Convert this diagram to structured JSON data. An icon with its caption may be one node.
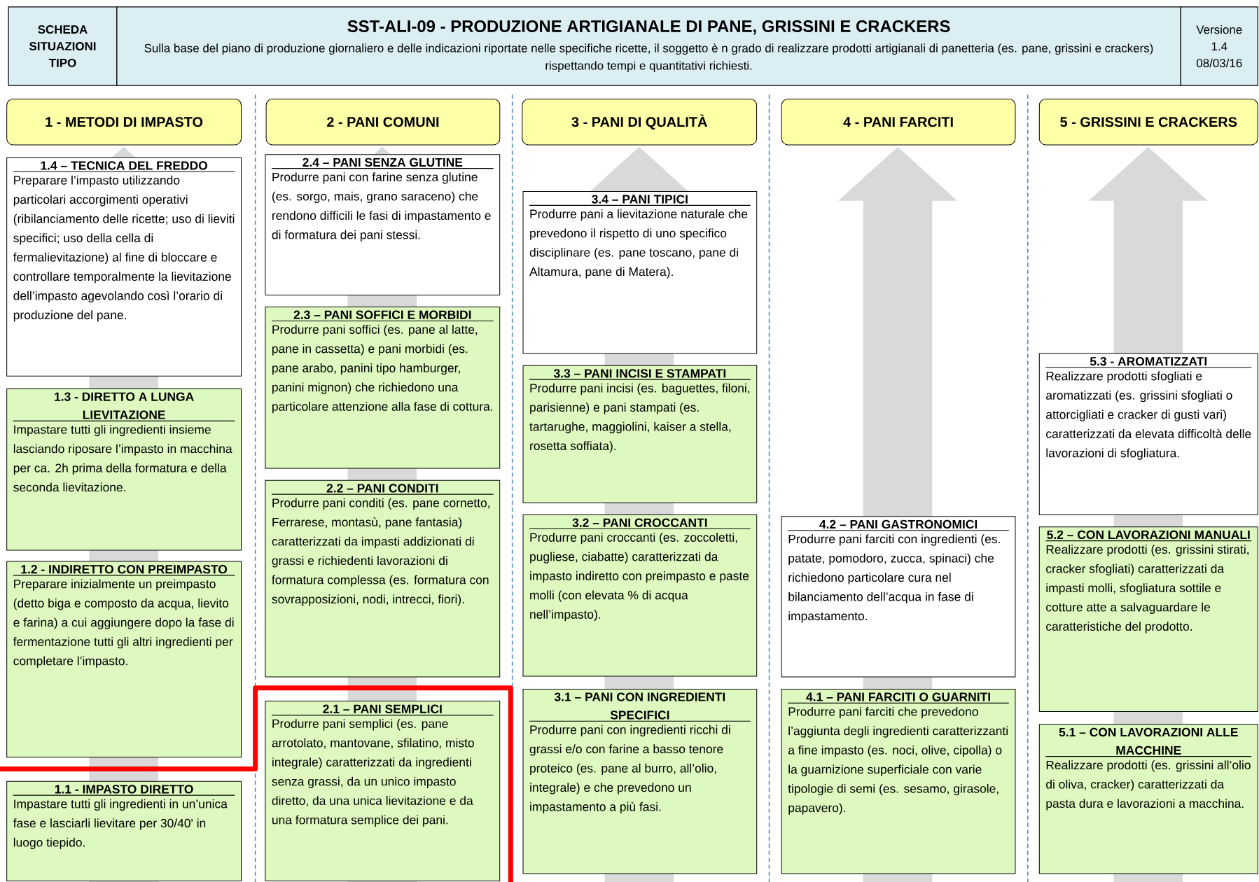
{
  "diagram": {
    "nodes": [
      {
        "text": [
          "SCHEDA SITUAZIONI TIPO"
        ]
      },
      {
        "text": [
          "SST-ALI-09 - PRODUZIONE ARTIGIANALE DI PANE, GRISSINI E CRACKERS",
          "Sulla base del piano di produzione giornaliero e delle indicazioni riportate nelle specifiche ricette, il soggetto è n grado di realizzare prodotti artigianali di panetteria (es. pane, grissini e crackers) rispettando tempi e quantitativi richiesti."
        ]
      },
      {
        "text": [
          "Versione 1.4 08/03/16"
        ]
      },
      {
        "text": [
          "1 - METODI DI IMPASTO"
        ]
      },
      {
        "text": [
          "2 - PANI COMUNI"
        ]
      },
      {
        "text": [
          "3 - PANI DI QUALITÀ"
        ]
      },
      {
        "text": [
          "4 - PANI FARCITI"
        ]
      },
      {
        "text": [
          "5 - GRISSINI E CRACKERS"
        ]
      },
      {
        "text": [
          "1.4 – TECNICA DEL FREDDO",
          "Preparare l’impasto utilizzando particolari accorgimenti operativi (ribilanciamento delle ricette; uso di lieviti specifici; uso della cella di fermalievitazione) al fine di bloccare e controllare temporalmente la lievitazione dell’impasto agevolando così l’orario di produzione del pane."
        ]
      },
      {
        "text": [
          "1.3 - DIRETTO A LUNGA LIEVITAZIONE",
          "Impastare tutti gli ingredienti insieme lasciando riposare l’impasto in macchina per ca. 2h prima della formatura e della seconda lievitazione."
        ]
      },
      {
        "text": [
          "1.2 - INDIRETTO CON PREIMPASTO",
          "Preparare inizialmente un preimpasto (detto biga e composto da acqua, lievito e farina) a cui aggiungere dopo la fase di fermentazione tutti gli altri ingredienti per completare l’impasto."
        ]
      },
      {
        "text": [
          "1.1 - IMPASTO DIRETTO",
          "Impastare tutti gli ingredienti in un’unica fase e lasciarli lievitare per 30/40' in luogo tiepido."
        ]
      },
      {
        "text": [
          "2.4 – PANI SENZA GLUTINE",
          "Produrre pani con farine senza glutine (es. sorgo, mais, grano saraceno) che rendono difficili le fasi di impastamento e di formatura dei pani stessi."
        ]
      },
      {
        "text": [
          "2.3 – PANI SOFFICI E MORBIDI",
          "Produrre pani soffici (es. pane al latte, pane in cassetta) e pani morbidi (es. pane arabo, panini tipo hamburger, panini mignon) che richiedono una particolare attenzione alla fase di cottura."
        ]
      },
      {
        "text": [
          "2.2 – PANI CONDITI",
          "Produrre pani conditi (es. pane cornetto, Ferrarese, montasù, pane fantasia) caratterizzati da impasti addizionati di grassi e richiedenti lavorazioni di formatura complessa (es. formatura con sovrapposizioni, nodi, intrecci, fiori)."
        ]
      },
      {
        "text": [
          "2.1 – PANI SEMPLICI",
          "Produrre pani semplici (es. pane arrotolato, mantovane, sfilatino, misto integrale) caratterizzati da ingredienti senza grassi, da un unico impasto diretto, da una unica lievitazione e da una formatura semplice dei pani."
        ]
      },
      {
        "text": [
          "3.4 – PANI TIPICI",
          "Produrre pani a lievitazione naturale che prevedono il rispetto di uno specifico disciplinare (es. pane toscano, pane di Altamura, pane di Matera)."
        ]
      },
      {
        "text": [
          "3.3 – PANI INCISI E STAMPATI",
          "Produrre pani incisi (es. baguettes, filoni, parisienne) e pani stampati (es. tartarughe, maggiolini, kaiser a stella, rosetta soffiata)."
        ]
      },
      {
        "text": [
          "3.2 – PANI CROCCANTI",
          "Produrre pani croccanti (es. zoccoletti, pugliese, ciabatte) caratterizzati da impasto indiretto con preimpasto e paste molli (con elevata % di acqua nell’impasto)."
        ]
      },
      {
        "text": [
          "3.1 – PANI CON INGREDIENTI SPECIFICI",
          "Produrre pani con ingredienti ricchi di grassi e/o con farine a basso tenore proteico (es. pane al burro, all’olio, integrale) e che prevedono un impastamento a più fasi."
        ]
      },
      {
        "text": [
          "4.2 – PANI GASTRONOMICI",
          "Produrre pani farciti con ingredienti (es. patate, pomodoro, zucca, spinaci) che richiedono particolare cura nel bilanciamento dell’acqua in fase di impastamento."
        ]
      },
      {
        "text": [
          "4.1 – PANI FARCITI O GUARNITI",
          "Produrre pani farciti che prevedono l’aggiunta degli ingredienti caratterizzanti a fine impasto (es. noci, olive, cipolla) o la guarnizione superficiale con varie tipologie di semi (es. sesamo, girasole, papavero)."
        ]
      },
      {
        "text": [
          "5.3 - AROMATIZZATI",
          "Realizzare prodotti sfogliati e aromatizzati (es. grissini sfogliati o attorcigliati e cracker di gusti vari) caratterizzati da elevata difficoltà delle lavorazioni di sfogliatura."
        ]
      },
      {
        "text": [
          "5.2 – CON LAVORAZIONI MANUALI",
          "Realizzare prodotti (es. grissini stirati, cracker sfogliati) caratterizzati da impasti molli, sfogliatura sottile e cotture atte a salvaguardare le caratteristiche del prodotto."
        ]
      },
      {
        "text": [
          "5.1 – CON LAVORAZIONI ALLE MACCHINE",
          "Realizzare prodotti (es. grissini all’olio di oliva, cracker) caratterizzati da pasta dura e lavorazioni a macchina."
        ]
      }
    ]
  }
}
